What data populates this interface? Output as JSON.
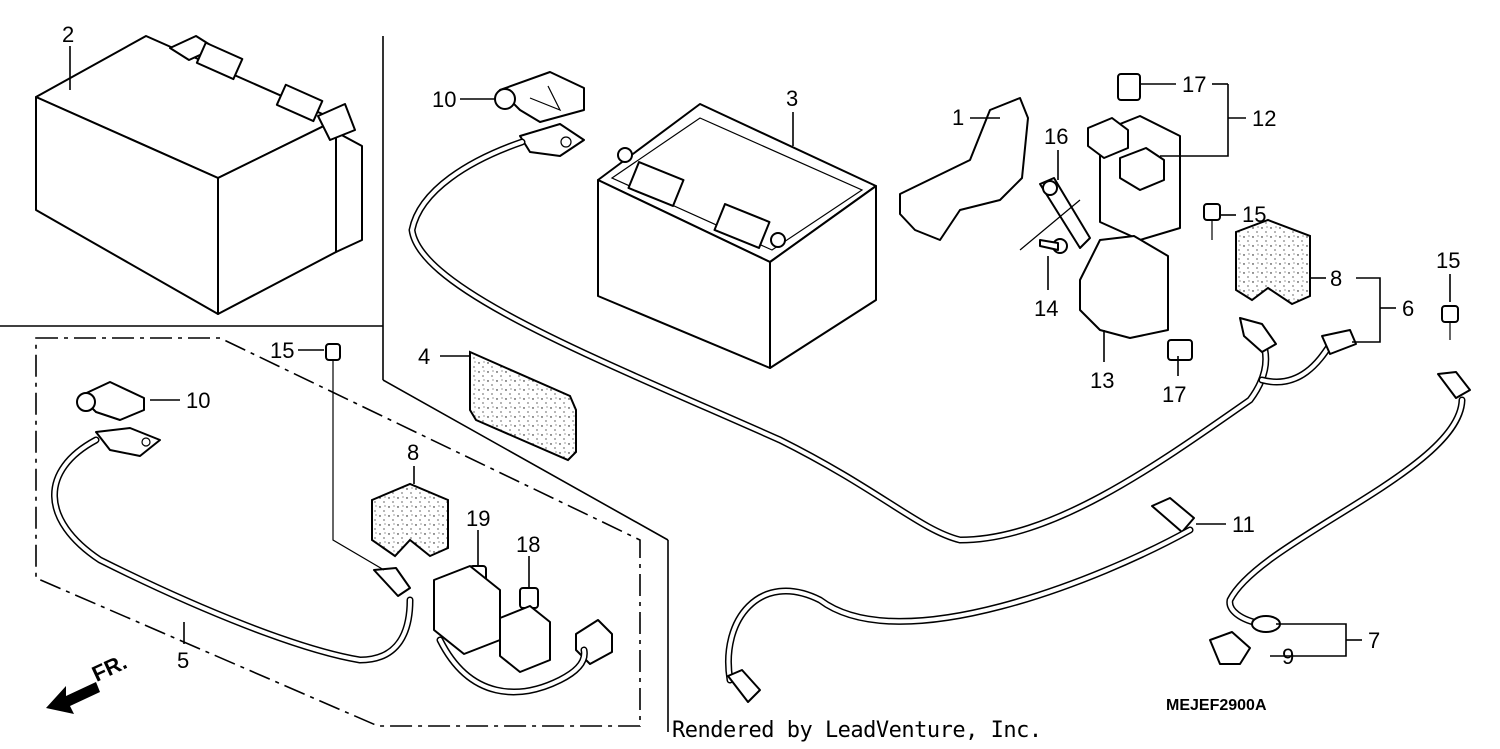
{
  "callouts": {
    "c1": "1",
    "c2": "2",
    "c3": "3",
    "c4": "4",
    "c5": "5",
    "c6": "6",
    "c7": "7",
    "c8a": "8",
    "c8b": "8",
    "c9": "9",
    "c10a": "10",
    "c10b": "10",
    "c11": "11",
    "c12": "12",
    "c13": "13",
    "c14": "14",
    "c15a": "15",
    "c15b": "15",
    "c15c": "15",
    "c16": "16",
    "c17a": "17",
    "c17b": "17",
    "c18": "18",
    "c19": "19"
  },
  "front_indicator": "FR.",
  "diagram_code": "MEJEF2900A",
  "credit": "Rendered by LeadVenture, Inc."
}
